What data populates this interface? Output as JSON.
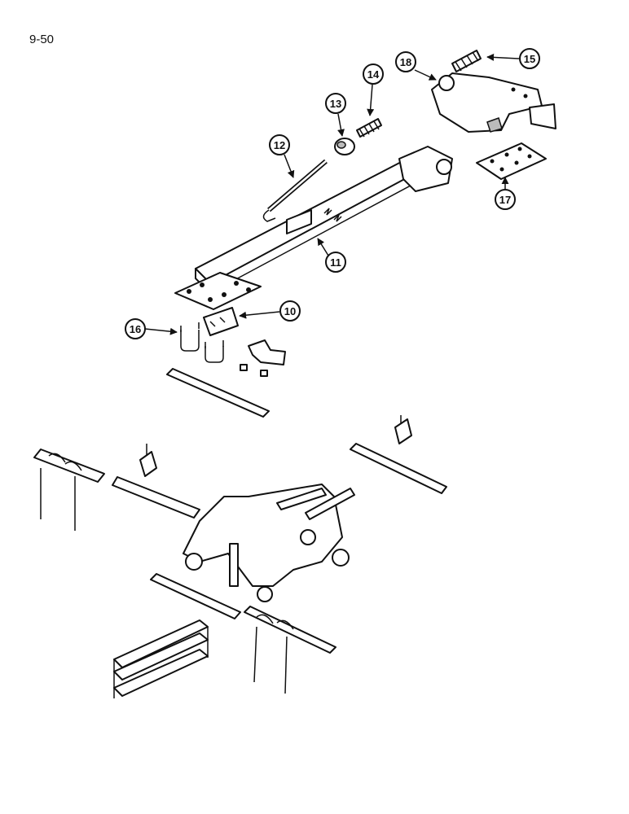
{
  "page_number": "9-50",
  "callouts": [
    {
      "id": "c10",
      "label": "10"
    },
    {
      "id": "c11",
      "label": "11"
    },
    {
      "id": "c12",
      "label": "12"
    },
    {
      "id": "c13",
      "label": "13"
    },
    {
      "id": "c14",
      "label": "14"
    },
    {
      "id": "c15",
      "label": "15"
    },
    {
      "id": "c16",
      "label": "16"
    },
    {
      "id": "c17",
      "label": "17"
    },
    {
      "id": "c18",
      "label": "18"
    }
  ]
}
